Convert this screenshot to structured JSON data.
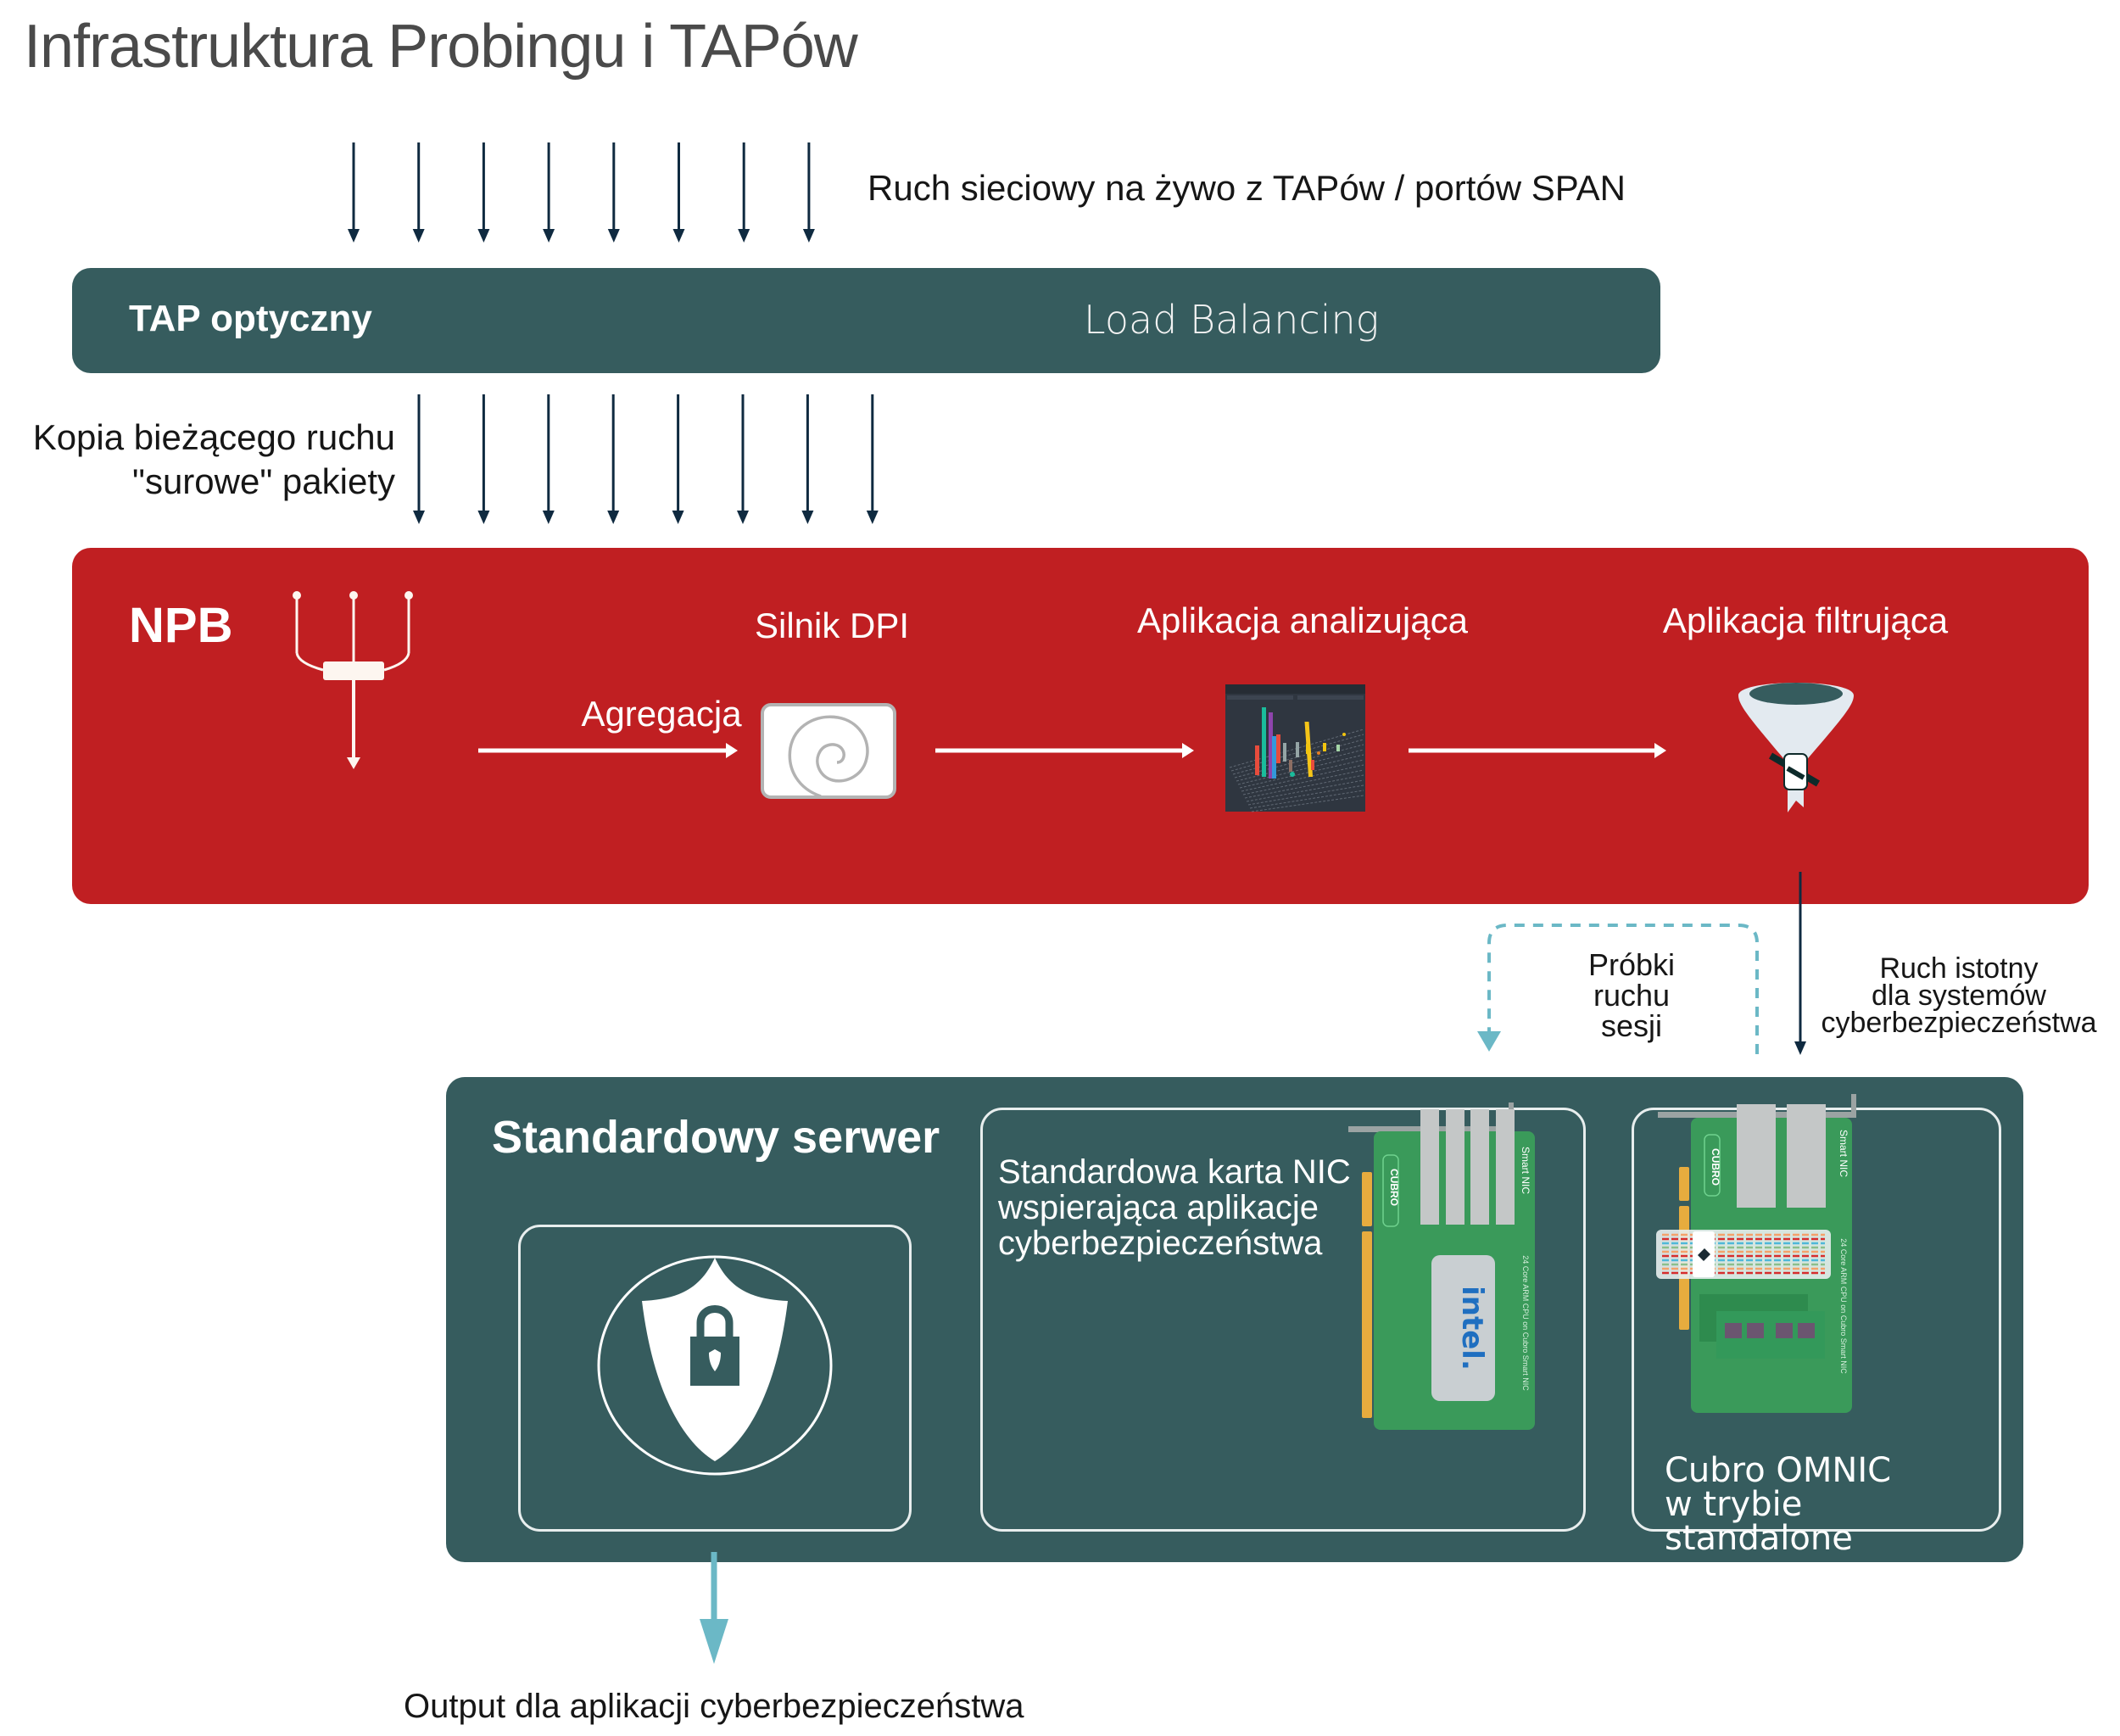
{
  "title": "Infrastruktura Probingu i TAPów",
  "top_input": {
    "label": "Ruch sieciowy na żywo z TAPów / portów SPAN",
    "arrow_count": 8
  },
  "tap": {
    "title": "TAP optyczny",
    "function": "Load Balancing"
  },
  "copy_label": {
    "line1": "Kopia bieżącego ruchu",
    "line2": "\"surowe\" pakiety",
    "arrow_count": 8
  },
  "npb": {
    "title": "NPB",
    "splitter_icon": "splitter-icon",
    "aggregation_label": "Agregacja",
    "stages": [
      {
        "label": "Silnik DPI",
        "icon": "spiral-icon"
      },
      {
        "label": "Aplikacja analizująca",
        "icon": "3d-bar-chart-icon"
      },
      {
        "label": "Aplikacja filtrująca",
        "icon": "funnel-icon"
      }
    ]
  },
  "flows": {
    "samples_label": "Próbki\nruchu\nsesji",
    "relevant_label": "Ruch istotny\ndla systemów\ncyberbezpieczeństwa"
  },
  "server": {
    "title": "Standardowy serwer",
    "security_icon": "shield-lock-icon",
    "nic_card": {
      "text": "Standardowa karta NIC\nwspierająca aplikacje\ncyberbezpieczeństwa",
      "card_brand": "CUBRO",
      "card_side_label": "Smart NIC",
      "card_edge_label": "24 Core ARM CPU on Cubro Smart NIC",
      "chip_label": "intel."
    },
    "omnic_card": {
      "text": "Cubro OMNIC\nw trybie standalone",
      "card_brand": "CUBRO",
      "card_side_label": "Smart NIC",
      "card_edge_label": "24 Core ARM CPU on Cubro Smart NIC"
    }
  },
  "output_label": "Output dla aplikacji cyberbezpieczeństwa",
  "colors": {
    "tap_box": "#365C5E",
    "npb_box": "#C01F22",
    "server_box": "#365C5E",
    "arrow_dark": "#0F2A40",
    "arrow_teal": "#6BB8C6",
    "title_text": "#4A4A4A"
  }
}
